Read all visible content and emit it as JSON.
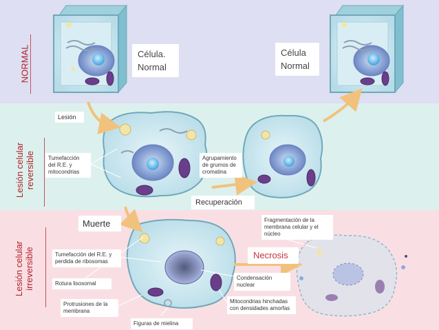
{
  "sections": {
    "normal": "NORMAL",
    "reversible": "Lesión celular reversible",
    "irreversible": "Lesión celular irreversible"
  },
  "labels": {
    "cell_normal_1": "Célula. Normal",
    "cell_normal_2": "Célula Normal",
    "injury": "Lesión",
    "swelling": "Tumefacción del R.E. y mitocondrias",
    "chromatin": "Agrupamiento de grumos de cromatina",
    "recovery": "Recuperación",
    "death": "Muerte",
    "fragmentation": "Fragmentación de la membrana celular y el núcleo",
    "necrosis": "Necrosis",
    "er_swelling": "Tumefacción del R.E. y perdida de ribosomas",
    "lysosome": "Rotura lisosomal",
    "condensation": "Condensación nuclear",
    "protrusions": "Protrusiones de la membrana",
    "mitochondria": "Mitocondrias hinchadas con densidades amorfas",
    "myelin": "Figuras de mielina"
  },
  "colors": {
    "normal_band": "#dedff2",
    "reversible_band": "#dcf1ee",
    "irreversible_band": "#f9dfe4",
    "section_text": "#b2222a",
    "necrosis_text": "#c6323c",
    "arrow": "#f1c27d"
  }
}
